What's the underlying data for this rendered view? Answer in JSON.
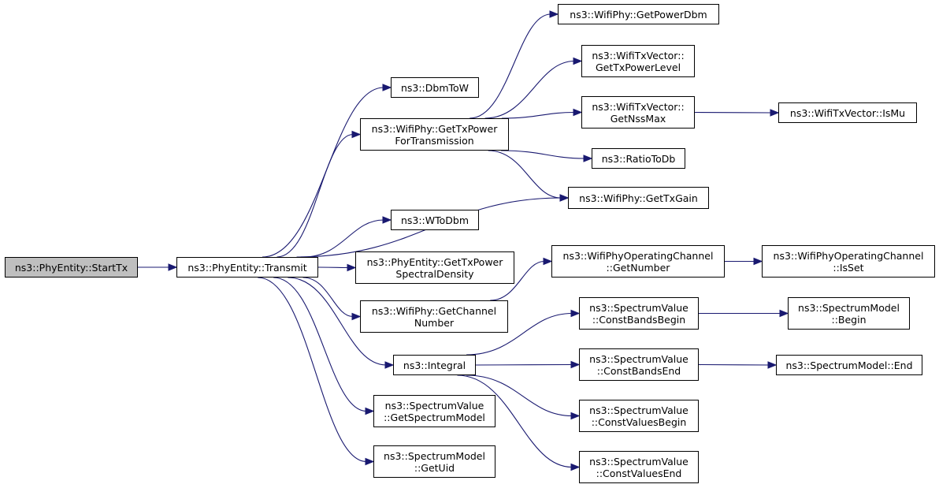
{
  "graph": {
    "edge_color": "#191970",
    "root_fill": "#bfbfbf",
    "nodes": [
      {
        "id": "n1",
        "lines": [
          "ns3::PhyEntity::StartTx"
        ],
        "root": true
      },
      {
        "id": "n2",
        "lines": [
          "ns3::PhyEntity::Transmit"
        ]
      },
      {
        "id": "n3",
        "lines": [
          "ns3::DbmToW"
        ]
      },
      {
        "id": "n4",
        "lines": [
          "ns3::WifiPhy::GetTxPower",
          "ForTransmission"
        ]
      },
      {
        "id": "n5",
        "lines": [
          "ns3::WifiPhy::GetTxGain"
        ]
      },
      {
        "id": "n6",
        "lines": [
          "ns3::WToDbm"
        ]
      },
      {
        "id": "n7",
        "lines": [
          "ns3::PhyEntity::GetTxPower",
          "SpectralDensity"
        ]
      },
      {
        "id": "n8",
        "lines": [
          "ns3::WifiPhy::GetChannel",
          "Number"
        ]
      },
      {
        "id": "n9",
        "lines": [
          "ns3::Integral"
        ]
      },
      {
        "id": "n10",
        "lines": [
          "ns3::SpectrumValue",
          "::GetSpectrumModel"
        ]
      },
      {
        "id": "n11",
        "lines": [
          "ns3::SpectrumModel",
          "::GetUid"
        ]
      },
      {
        "id": "n12",
        "lines": [
          "ns3::WifiPhy::GetPowerDbm"
        ]
      },
      {
        "id": "n13",
        "lines": [
          "ns3::WifiTxVector::",
          "GetTxPowerLevel"
        ]
      },
      {
        "id": "n14",
        "lines": [
          "ns3::WifiTxVector::",
          "GetNssMax"
        ]
      },
      {
        "id": "n15",
        "lines": [
          "ns3::RatioToDb"
        ]
      },
      {
        "id": "n16",
        "lines": [
          "ns3::WifiTxVector::IsMu"
        ]
      },
      {
        "id": "n17",
        "lines": [
          "ns3::WifiPhyOperatingChannel",
          "::GetNumber"
        ]
      },
      {
        "id": "n18",
        "lines": [
          "ns3::WifiPhyOperatingChannel",
          "::IsSet"
        ]
      },
      {
        "id": "n19",
        "lines": [
          "ns3::SpectrumValue",
          "::ConstBandsBegin"
        ]
      },
      {
        "id": "n20",
        "lines": [
          "ns3::SpectrumValue",
          "::ConstBandsEnd"
        ]
      },
      {
        "id": "n21",
        "lines": [
          "ns3::SpectrumValue",
          "::ConstValuesBegin"
        ]
      },
      {
        "id": "n22",
        "lines": [
          "ns3::SpectrumValue",
          "::ConstValuesEnd"
        ]
      },
      {
        "id": "n23",
        "lines": [
          "ns3::SpectrumModel",
          "::Begin"
        ]
      },
      {
        "id": "n24",
        "lines": [
          "ns3::SpectrumModel::End"
        ]
      }
    ],
    "edges": [
      {
        "from": "n1",
        "to": "n2"
      },
      {
        "from": "n2",
        "to": "n3"
      },
      {
        "from": "n2",
        "to": "n4"
      },
      {
        "from": "n2",
        "to": "n5"
      },
      {
        "from": "n2",
        "to": "n6"
      },
      {
        "from": "n2",
        "to": "n7"
      },
      {
        "from": "n2",
        "to": "n8"
      },
      {
        "from": "n2",
        "to": "n9"
      },
      {
        "from": "n2",
        "to": "n10"
      },
      {
        "from": "n2",
        "to": "n11"
      },
      {
        "from": "n4",
        "to": "n12"
      },
      {
        "from": "n4",
        "to": "n13"
      },
      {
        "from": "n4",
        "to": "n14"
      },
      {
        "from": "n4",
        "to": "n15"
      },
      {
        "from": "n4",
        "to": "n5"
      },
      {
        "from": "n14",
        "to": "n16"
      },
      {
        "from": "n8",
        "to": "n17"
      },
      {
        "from": "n17",
        "to": "n18"
      },
      {
        "from": "n9",
        "to": "n19"
      },
      {
        "from": "n9",
        "to": "n20"
      },
      {
        "from": "n9",
        "to": "n21"
      },
      {
        "from": "n9",
        "to": "n22"
      },
      {
        "from": "n19",
        "to": "n23"
      },
      {
        "from": "n20",
        "to": "n24"
      }
    ]
  }
}
